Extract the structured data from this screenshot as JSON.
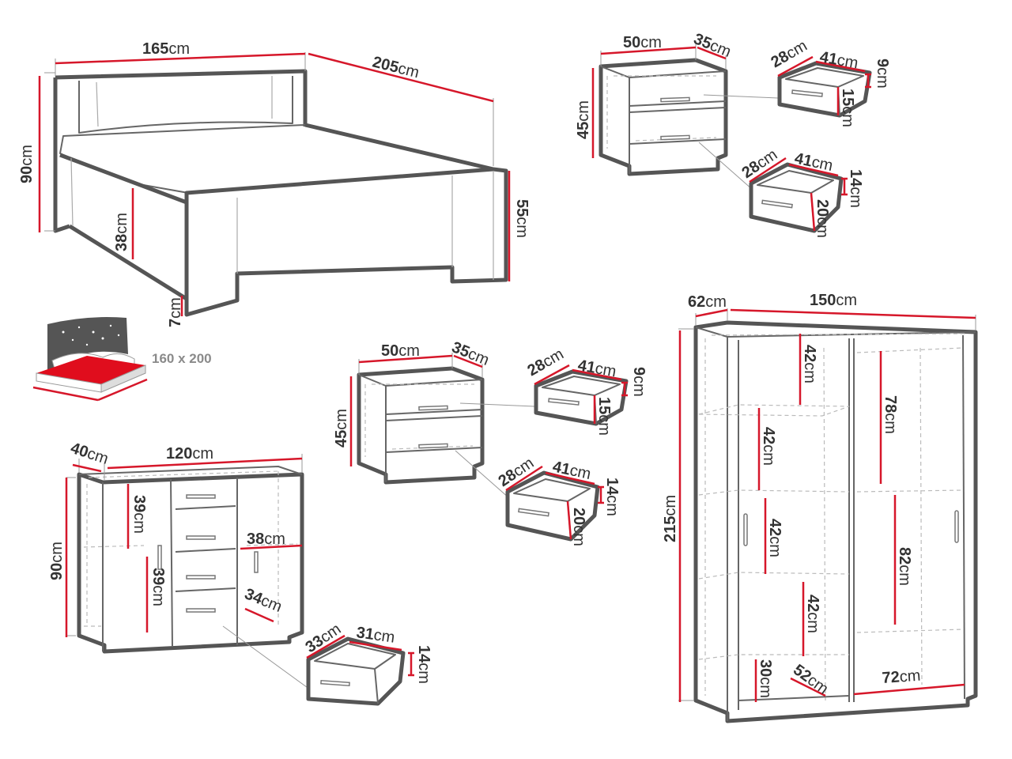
{
  "unit": "cm",
  "colors": {
    "dimension_line": "#d6172a",
    "furniture_outline": "#666666",
    "text": "#333333"
  },
  "bed": {
    "width": "165",
    "length": "205",
    "headboard_height": "90",
    "frame_height": "38",
    "footboard_height": "55",
    "leg_height": "7",
    "mattress_size": "160 x 200",
    "icon": "mattress-with-pillows-icon"
  },
  "nightstand_top": {
    "width": "50",
    "depth": "35",
    "height": "45",
    "drawer_top": {
      "depth": "28",
      "width": "41",
      "height": "9",
      "front_height": "15"
    },
    "drawer_bottom": {
      "depth": "28",
      "width": "41",
      "height": "14",
      "front_height": "20"
    }
  },
  "nightstand_middle": {
    "width": "50",
    "depth": "35",
    "height": "45",
    "drawer_top": {
      "depth": "28",
      "width": "41",
      "height": "9",
      "front_height": "15"
    },
    "drawer_bottom": {
      "depth": "28",
      "width": "41",
      "height": "14",
      "front_height": "20"
    }
  },
  "sideboard": {
    "depth": "40",
    "width": "120",
    "height": "90",
    "upper_shelf_space": "39",
    "lower_shelf_space": "39",
    "compartment_width": "38",
    "drawer_inner_depth": "34",
    "drawer": {
      "depth": "33",
      "width": "31",
      "height": "14"
    }
  },
  "wardrobe": {
    "depth": "62",
    "width": "150",
    "height": "215",
    "shelf_1": "42",
    "shelf_2": "42",
    "shelf_3": "42",
    "shelf_4": "42",
    "bottom_space": "30",
    "hanging_upper": "78",
    "hanging_lower": "82",
    "inner_depth": "52",
    "compartment_width": "72"
  }
}
